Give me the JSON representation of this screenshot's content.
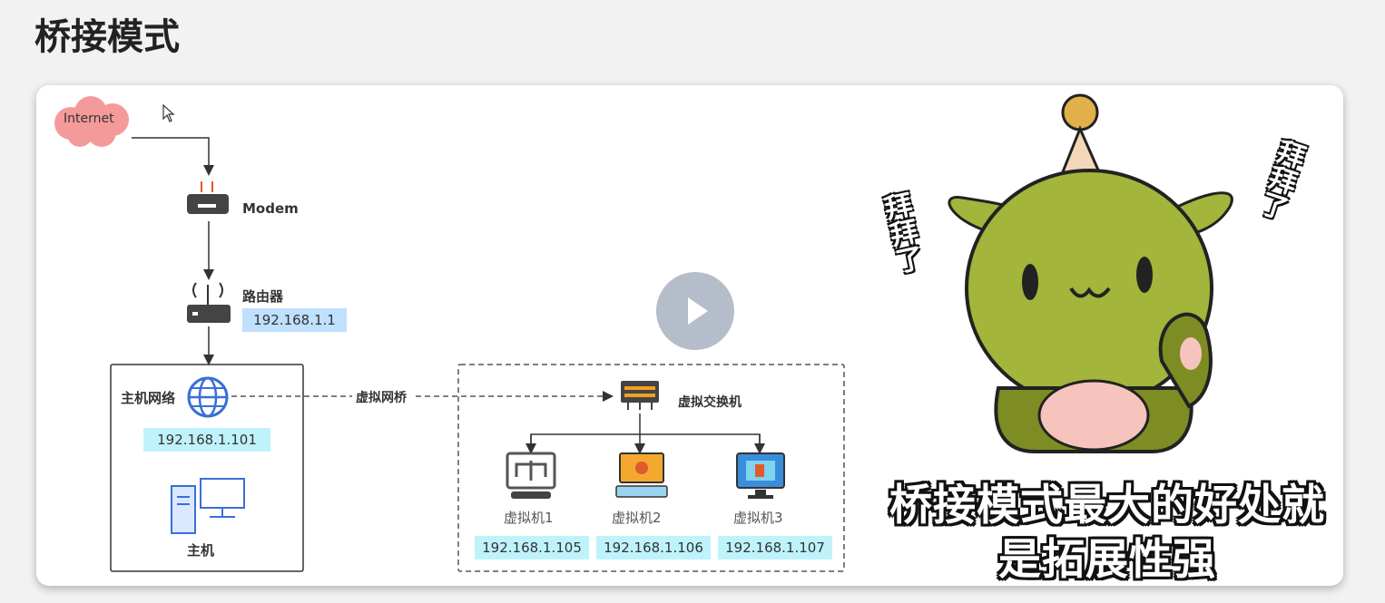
{
  "page": {
    "title": "桥接模式"
  },
  "diagram": {
    "internet": "Internet",
    "modem": "Modem",
    "router": {
      "label": "路由器",
      "ip": "192.168.1.1"
    },
    "host_network": {
      "label": "主机网络",
      "ip": "192.168.1.101"
    },
    "host": "主机",
    "bridge_label": "虚拟网桥",
    "vswitch": "虚拟交换机",
    "vms": [
      {
        "label": "虚拟机1",
        "ip": "192.168.1.105"
      },
      {
        "label": "虚拟机2",
        "ip": "192.168.1.106"
      },
      {
        "label": "虚拟机3",
        "ip": "192.168.1.107"
      }
    ],
    "colors": {
      "router_ip_bg": "#bfe0ff",
      "vm_ip_bg": "#bff3fb",
      "cloud": "#f59a9a",
      "mascot": "#a3b53a"
    }
  },
  "sticker": {
    "caption_line1": "桥接模式最大的好处就",
    "caption_line2": "是拓展性强",
    "side_left": "拜拜了",
    "side_right": "拜拜了"
  },
  "player": {
    "play_icon": "play-icon"
  }
}
